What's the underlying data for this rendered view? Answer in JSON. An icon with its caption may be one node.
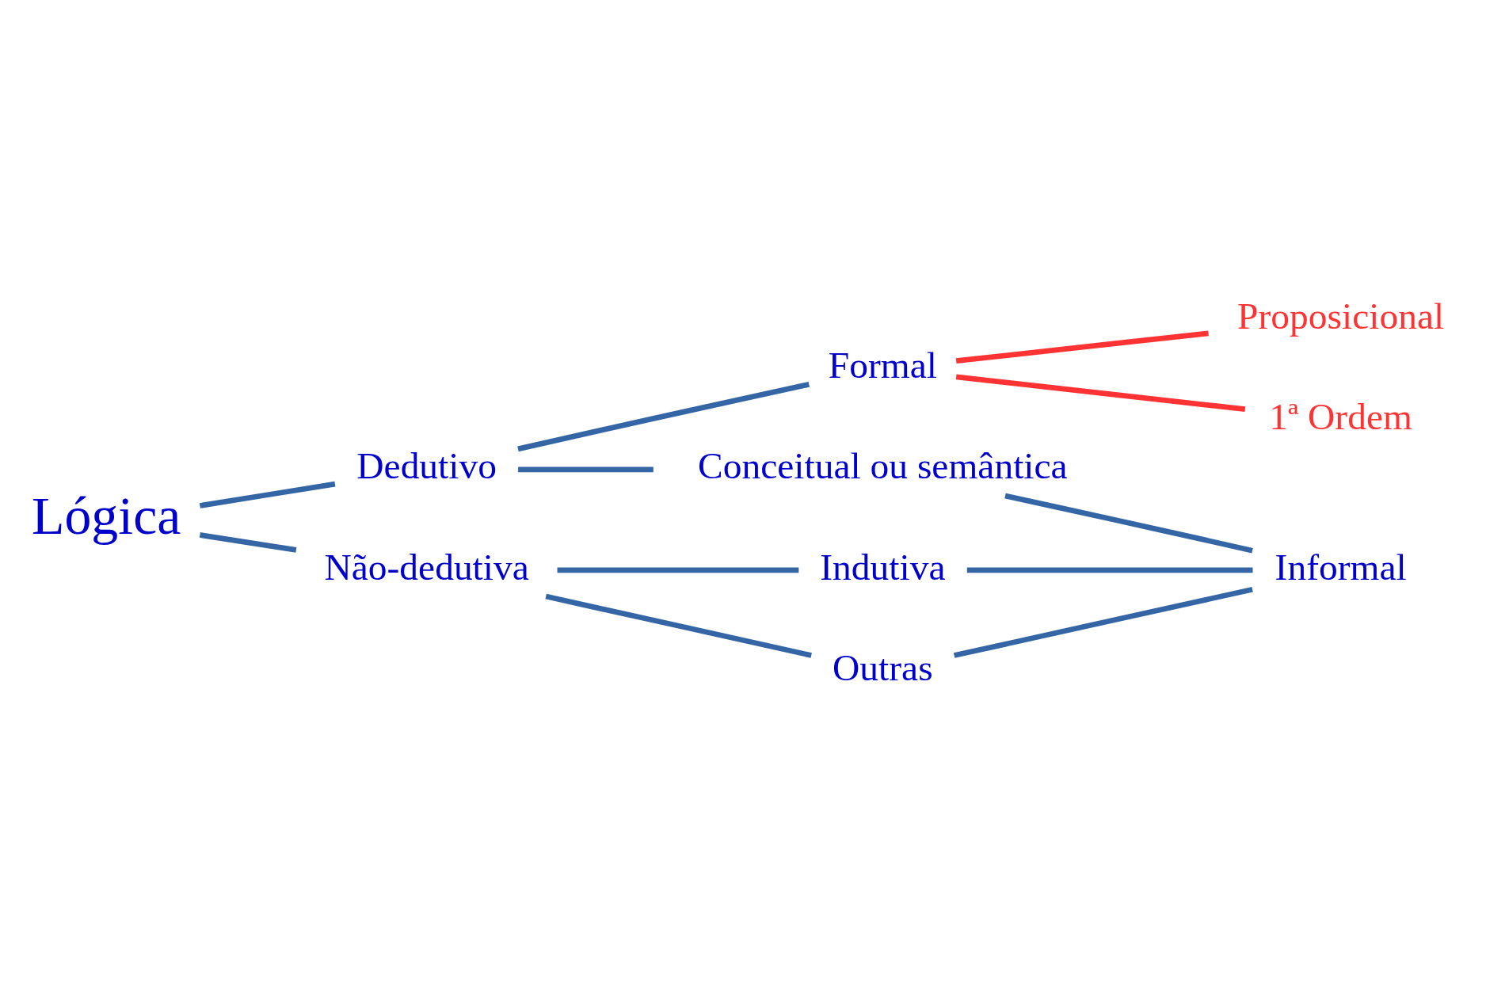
{
  "diagram": {
    "nodes": [
      {
        "text": [
          "Lógica"
        ]
      },
      {
        "text": [
          "Dedutivo"
        ]
      },
      {
        "text": [
          "Formal"
        ]
      },
      {
        "text": [
          "Proposicional"
        ]
      },
      {
        "text": [
          "1ª Ordem"
        ]
      },
      {
        "text": [
          "Conceitual ou semântica"
        ]
      },
      {
        "text": [
          "Não-dedutiva"
        ]
      },
      {
        "text": [
          "Indutiva"
        ]
      },
      {
        "text": [
          "Outras"
        ]
      },
      {
        "text": [
          "Informal"
        ]
      }
    ],
    "edges": [
      {
        "from": 0,
        "to": 1,
        "arrow": "none"
      },
      {
        "from": 0,
        "to": 6,
        "arrow": "none"
      },
      {
        "from": 1,
        "to": 2,
        "arrow": "none"
      },
      {
        "from": 1,
        "to": 5,
        "arrow": "none"
      },
      {
        "from": 2,
        "to": 3,
        "arrow": "none",
        "color": "#ff3333"
      },
      {
        "from": 2,
        "to": 4,
        "arrow": "none",
        "color": "#ff3333"
      },
      {
        "from": 6,
        "to": 7,
        "arrow": "none"
      },
      {
        "from": 6,
        "to": 8,
        "arrow": "none"
      },
      {
        "from": 5,
        "to": 9,
        "arrow": "none"
      },
      {
        "from": 7,
        "to": 9,
        "arrow": "none"
      },
      {
        "from": 8,
        "to": 9,
        "arrow": "none"
      }
    ]
  }
}
